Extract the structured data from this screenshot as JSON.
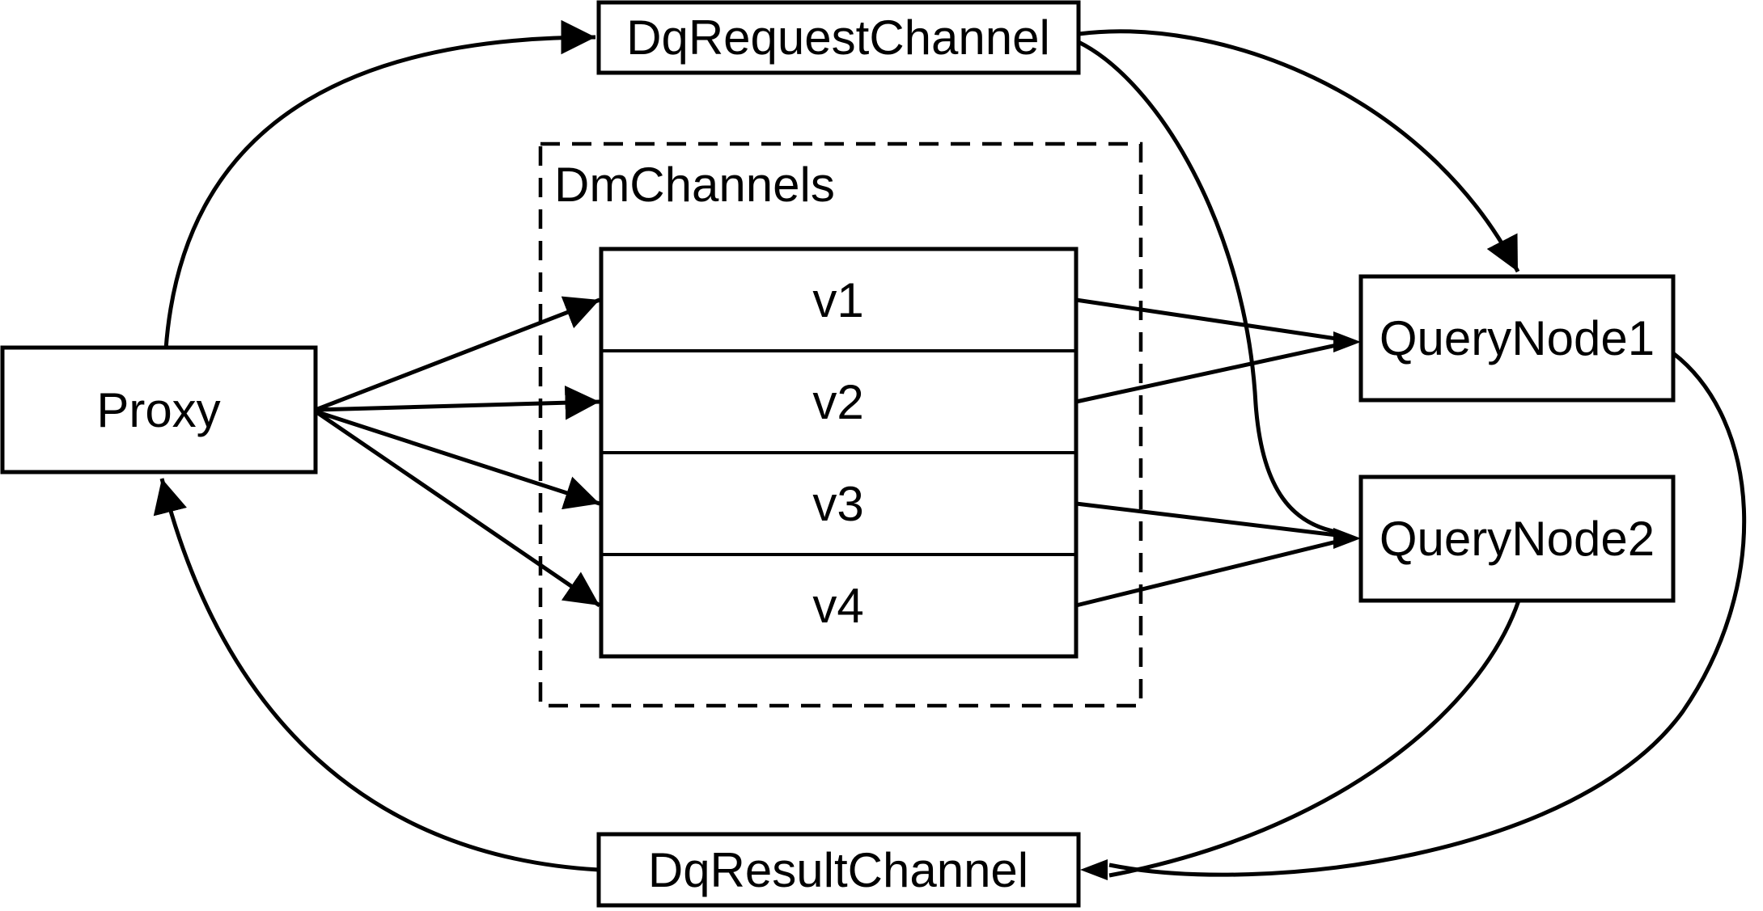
{
  "diagram": {
    "background_color": "#ffffff",
    "stroke_color": "#000000",
    "nodes": {
      "proxy": {
        "label": "Proxy"
      },
      "dq_request_channel": {
        "label": "DqRequestChannel"
      },
      "dm_channels_group": {
        "label": "DmChannels"
      },
      "channels": [
        "v1",
        "v2",
        "v3",
        "v4"
      ],
      "query_node_1": {
        "label": "QueryNode1"
      },
      "query_node_2": {
        "label": "QueryNode2"
      },
      "dq_result_channel": {
        "label": "DqResultChannel"
      }
    },
    "edges": [
      {
        "from": "Proxy",
        "to": "DqRequestChannel"
      },
      {
        "from": "Proxy",
        "to": "v1"
      },
      {
        "from": "Proxy",
        "to": "v2"
      },
      {
        "from": "Proxy",
        "to": "v3"
      },
      {
        "from": "Proxy",
        "to": "v4"
      },
      {
        "from": "DqRequestChannel",
        "to": "QueryNode1"
      },
      {
        "from": "DqRequestChannel",
        "to": "QueryNode2"
      },
      {
        "from": "v1",
        "to": "QueryNode1"
      },
      {
        "from": "v2",
        "to": "QueryNode1"
      },
      {
        "from": "v3",
        "to": "QueryNode2"
      },
      {
        "from": "v4",
        "to": "QueryNode2"
      },
      {
        "from": "QueryNode1",
        "to": "DqResultChannel"
      },
      {
        "from": "QueryNode2",
        "to": "DqResultChannel"
      },
      {
        "from": "DqResultChannel",
        "to": "Proxy"
      }
    ]
  }
}
